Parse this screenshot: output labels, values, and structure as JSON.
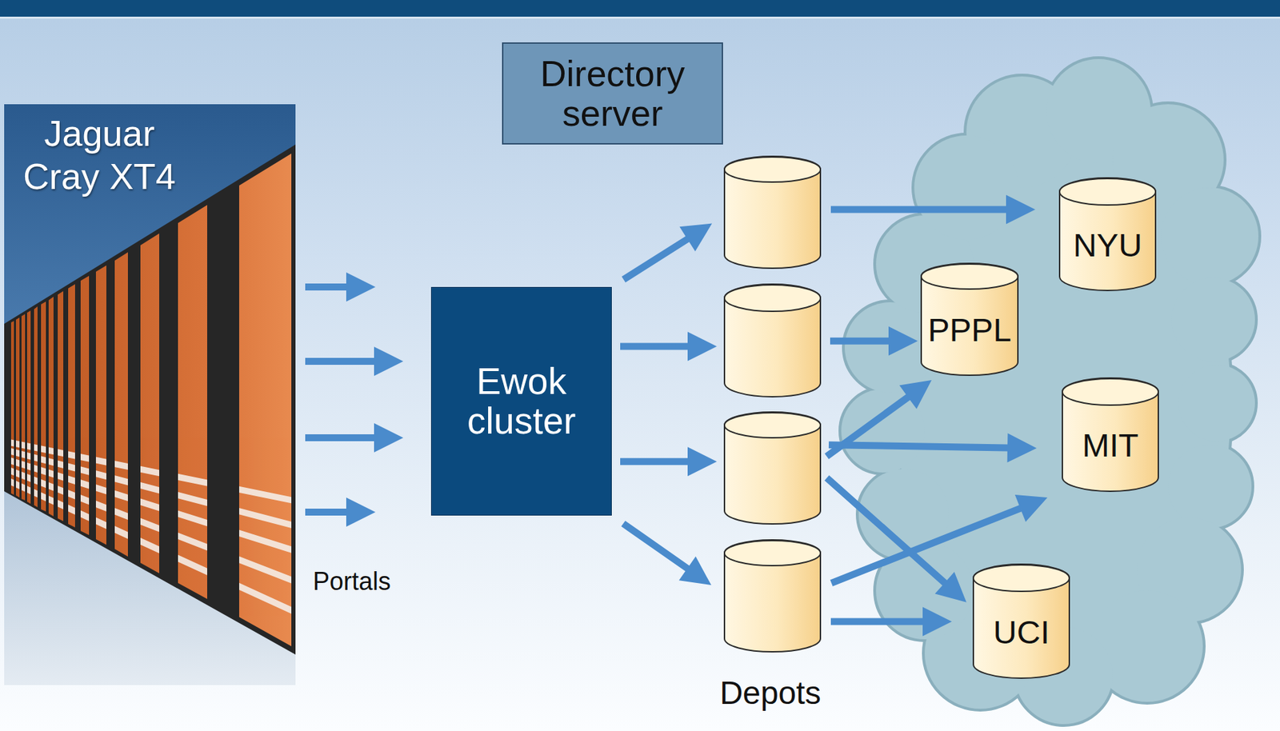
{
  "diagram": {
    "nodes": [
      {
        "text": [
          "Jaguar Cray XT4"
        ]
      },
      {
        "text": [
          "Directory server"
        ]
      },
      {
        "text": [
          "Ewok cluster"
        ]
      },
      {
        "text": []
      },
      {
        "text": []
      },
      {
        "text": []
      },
      {
        "text": []
      },
      {
        "text": [
          "NYU"
        ]
      },
      {
        "text": [
          "PPPL"
        ]
      },
      {
        "text": [
          "MIT"
        ]
      },
      {
        "text": [
          "UCI"
        ]
      }
    ],
    "edges": [
      {
        "from": 0,
        "to": 2,
        "arrow": "to"
      },
      {
        "from": 0,
        "to": 2,
        "arrow": "to"
      },
      {
        "from": 0,
        "to": 2,
        "arrow": "to"
      },
      {
        "from": 0,
        "to": 2,
        "arrow": "to"
      },
      {
        "from": 2,
        "to": 3,
        "arrow": "to"
      },
      {
        "from": 2,
        "to": 4,
        "arrow": "to"
      },
      {
        "from": 2,
        "to": 5,
        "arrow": "to"
      },
      {
        "from": 2,
        "to": 6,
        "arrow": "to"
      },
      {
        "from": 3,
        "to": 7,
        "arrow": "to"
      },
      {
        "from": 4,
        "to": 8,
        "arrow": "to"
      },
      {
        "from": 5,
        "to": 8,
        "arrow": "to"
      },
      {
        "from": 5,
        "to": 9,
        "arrow": "to"
      },
      {
        "from": 5,
        "to": 10,
        "arrow": "to"
      },
      {
        "from": 6,
        "to": 9,
        "arrow": "to"
      },
      {
        "from": 6,
        "to": 10,
        "arrow": "to"
      }
    ],
    "labels": [
      "Portals",
      "Depots"
    ]
  }
}
